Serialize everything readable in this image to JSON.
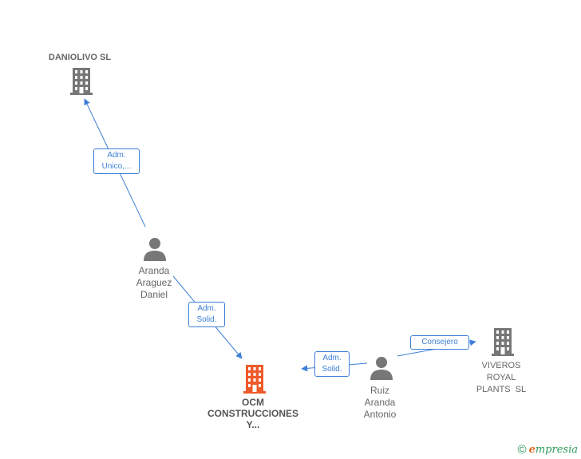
{
  "nodes": {
    "daniolivo": {
      "label": "DANIOLIVO SL",
      "icon": "building-icon",
      "color": "#777777"
    },
    "aranda": {
      "lines": [
        "Aranda",
        "Araguez",
        "Daniel"
      ],
      "icon": "person-icon",
      "color": "#777777"
    },
    "ocm": {
      "lines": [
        "OCM",
        "CONSTRUCCIONES",
        "Y..."
      ],
      "icon": "building-icon",
      "color": "#ee5a2a"
    },
    "ruiz": {
      "lines": [
        "Ruiz",
        "Aranda",
        "Antonio"
      ],
      "icon": "person-icon",
      "color": "#777777"
    },
    "viveros": {
      "lines": [
        "VIVEROS",
        "ROYAL",
        "PLANTS  SL"
      ],
      "icon": "building-icon",
      "color": "#777777"
    }
  },
  "edges": {
    "aranda_daniolivo": {
      "lines": [
        "Adm.",
        "Unico,..."
      ]
    },
    "aranda_ocm": {
      "lines": [
        "Adm.",
        "Solid."
      ]
    },
    "ruiz_ocm": {
      "lines": [
        "Adm.",
        "Solid."
      ]
    },
    "ruiz_viveros": {
      "label": "Consejero"
    }
  },
  "colors": {
    "edge": "#3d7fd6"
  },
  "footer": {
    "copyright_symbol": "©",
    "brand_first": "e",
    "brand_rest": "mpresia"
  }
}
